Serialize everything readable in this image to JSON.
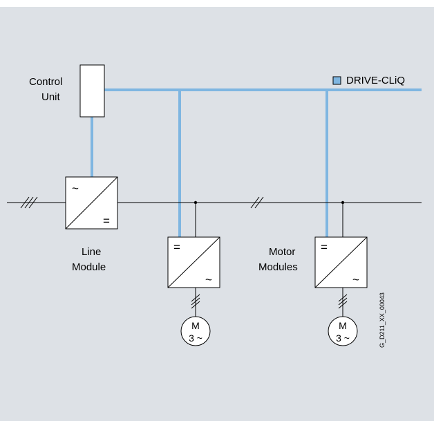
{
  "colors": {
    "background": "#dde1e6",
    "drive_cliq": "#7fb6e1",
    "line": "#000000"
  },
  "legend": {
    "symbol": "square",
    "label": "DRIVE-CLiQ"
  },
  "control_unit": {
    "label_line1": "Control",
    "label_line2": "Unit"
  },
  "line_module": {
    "label_line1": "Line",
    "label_line2": "Module",
    "input_symbol": "~",
    "output_symbol": "="
  },
  "motor_modules": {
    "label_line1": "Motor",
    "label_line2": "Modules",
    "input_symbol": "=",
    "output_symbol": "~",
    "count": 2
  },
  "motors": [
    {
      "line1": "M",
      "line2": "3 ~"
    },
    {
      "line1": "M",
      "line2": "3 ~"
    }
  ],
  "figure_id": "G_D211_XX_00043"
}
